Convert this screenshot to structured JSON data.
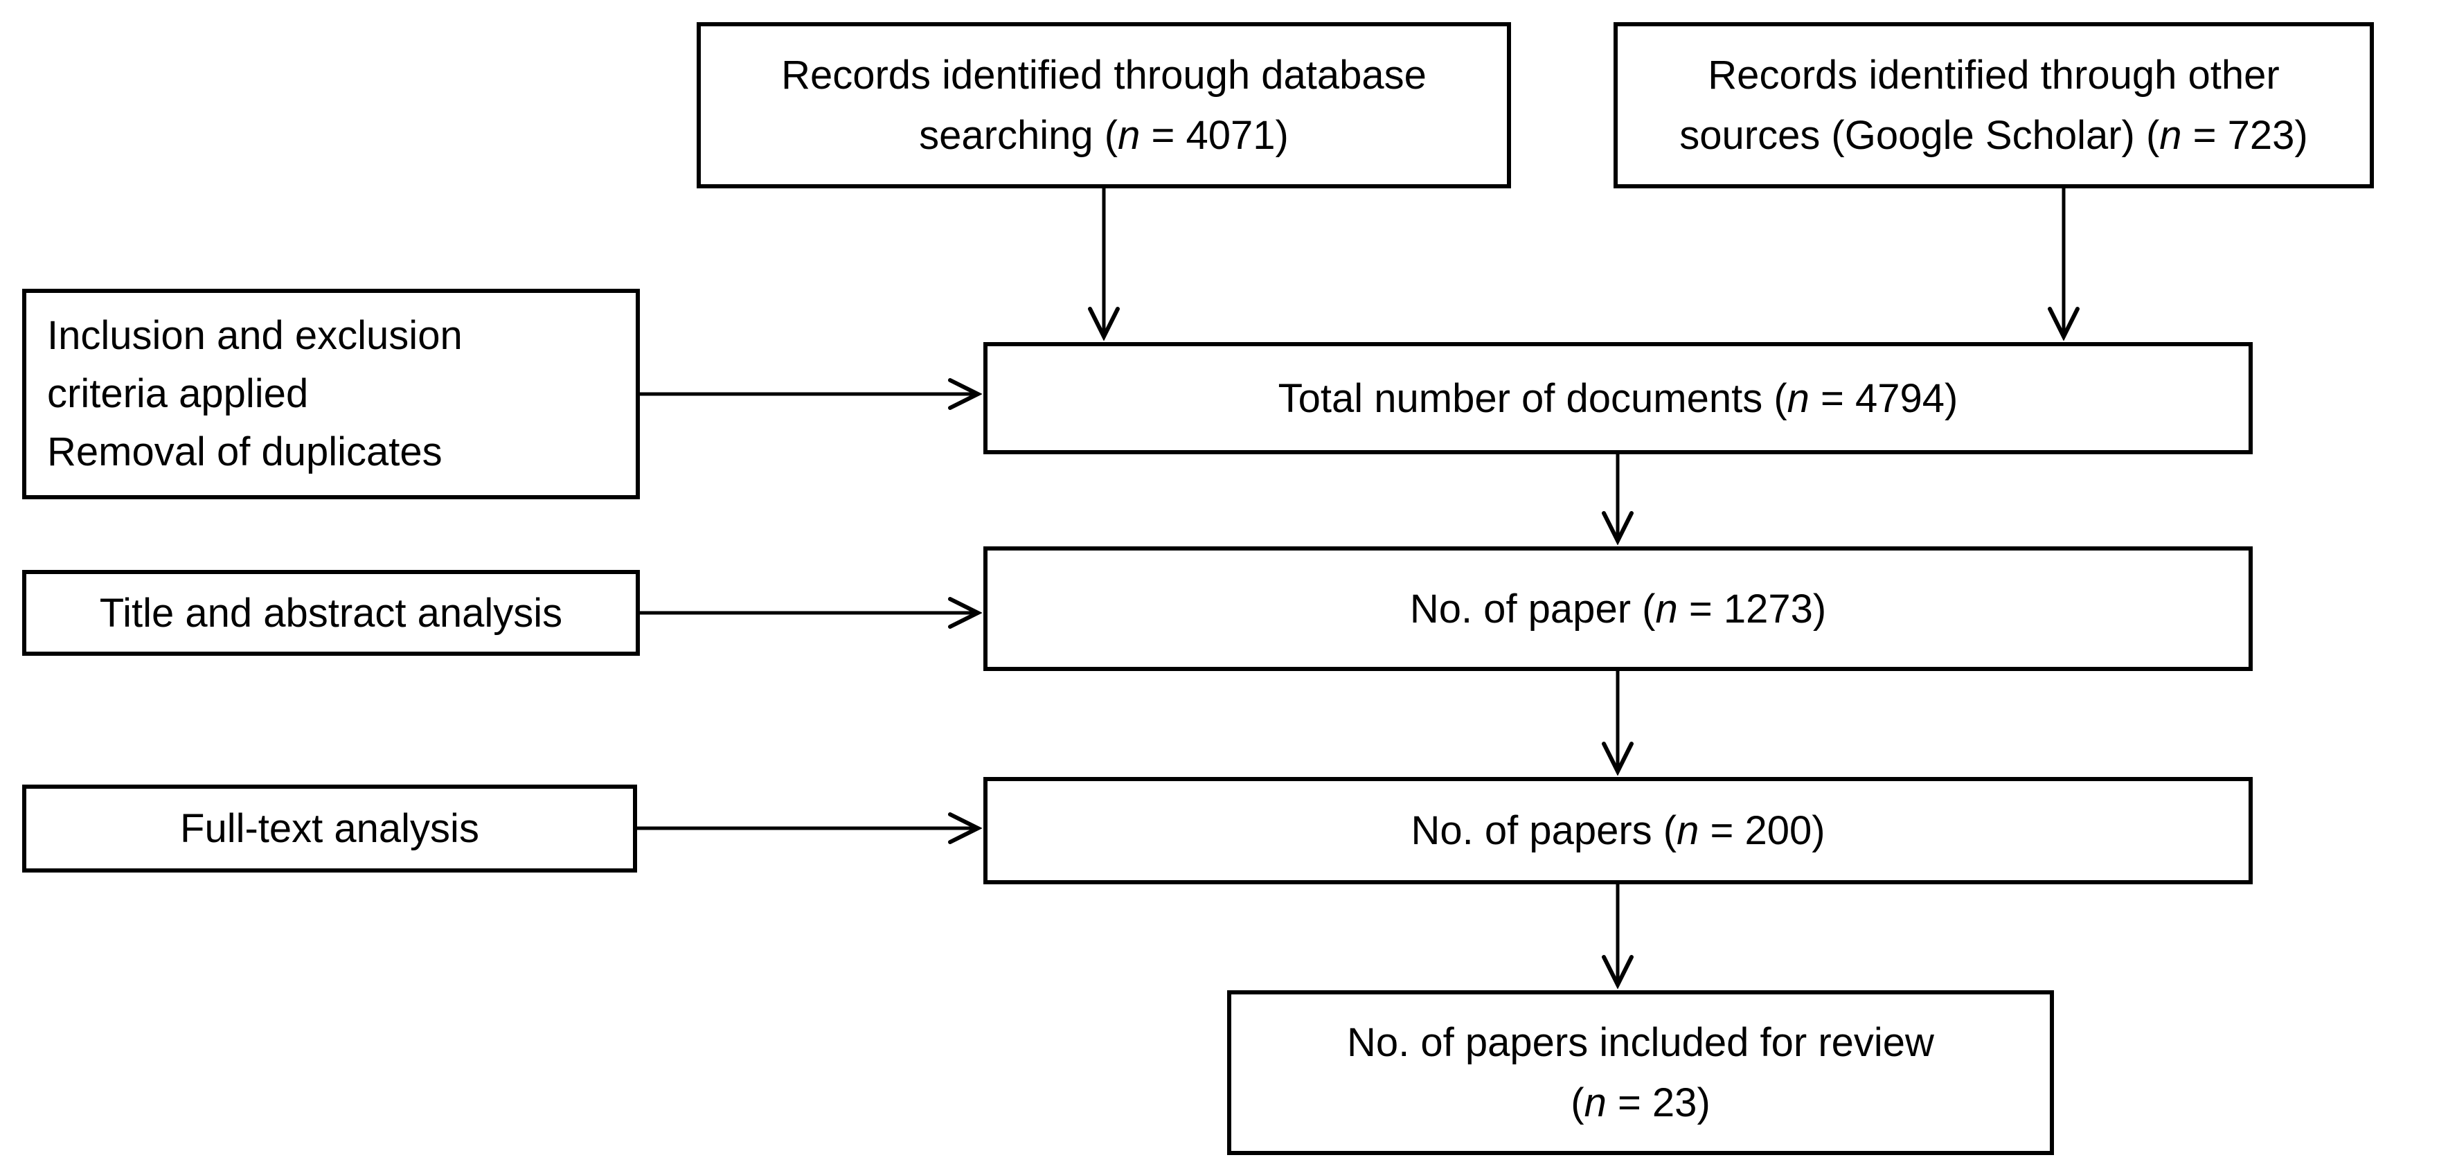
{
  "diagram": {
    "background_color": "#ffffff",
    "line_color": "#000000",
    "boxes": {
      "records_database": {
        "before": "Records identified through database searching (",
        "n": "n",
        "after": " = 4071)"
      },
      "records_other": {
        "before": "Records identified through other sources (Google Scholar) (",
        "n": "n",
        "after": " = 723)"
      },
      "criteria": {
        "lines": [
          "Inclusion and exclusion",
          "criteria applied",
          "Removal of duplicates"
        ]
      },
      "total": {
        "before": "Total number of documents (",
        "n": "n",
        "after": " = 4794)"
      },
      "title_abstract": {
        "label": "Title and abstract analysis"
      },
      "paper_1273": {
        "before": "No. of paper (",
        "n": "n",
        "after": " = 1273)"
      },
      "fulltext": {
        "label": "Full-text analysis"
      },
      "papers_200": {
        "before": "No. of papers (",
        "n": "n",
        "after": " = 200)"
      },
      "review": {
        "line1": "No. of papers included for review",
        "before": "(",
        "n": "n",
        "after": " = 23)"
      }
    }
  }
}
